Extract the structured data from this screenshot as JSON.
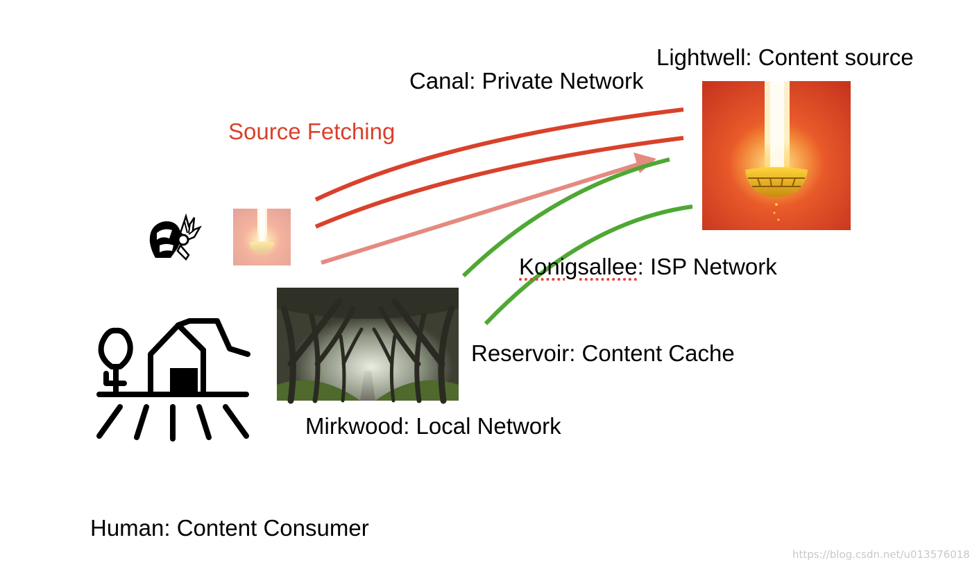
{
  "labels": {
    "lightwell": "Lightwell: Content source",
    "canal": "Canal: Private Network",
    "source_fetching": "Source Fetching",
    "konigsallee_word": "Konigsallee",
    "konigsallee_rest": ": ISP Network",
    "reservoir": "Reservoir: Content Cache",
    "mirkwood": "Mirkwood: Local Network",
    "human": "Human: Content Consumer"
  },
  "watermark": "https://blog.csdn.net/u013576018",
  "colors": {
    "fetch_red": "#d9412b",
    "cache_green": "#4ea833",
    "faded_red": "#e58a80"
  },
  "icons": [
    "helmet-warrior-icon",
    "lightwell-image",
    "lightwell-thumbnail-image",
    "forest-road-image",
    "house-community-icon"
  ]
}
